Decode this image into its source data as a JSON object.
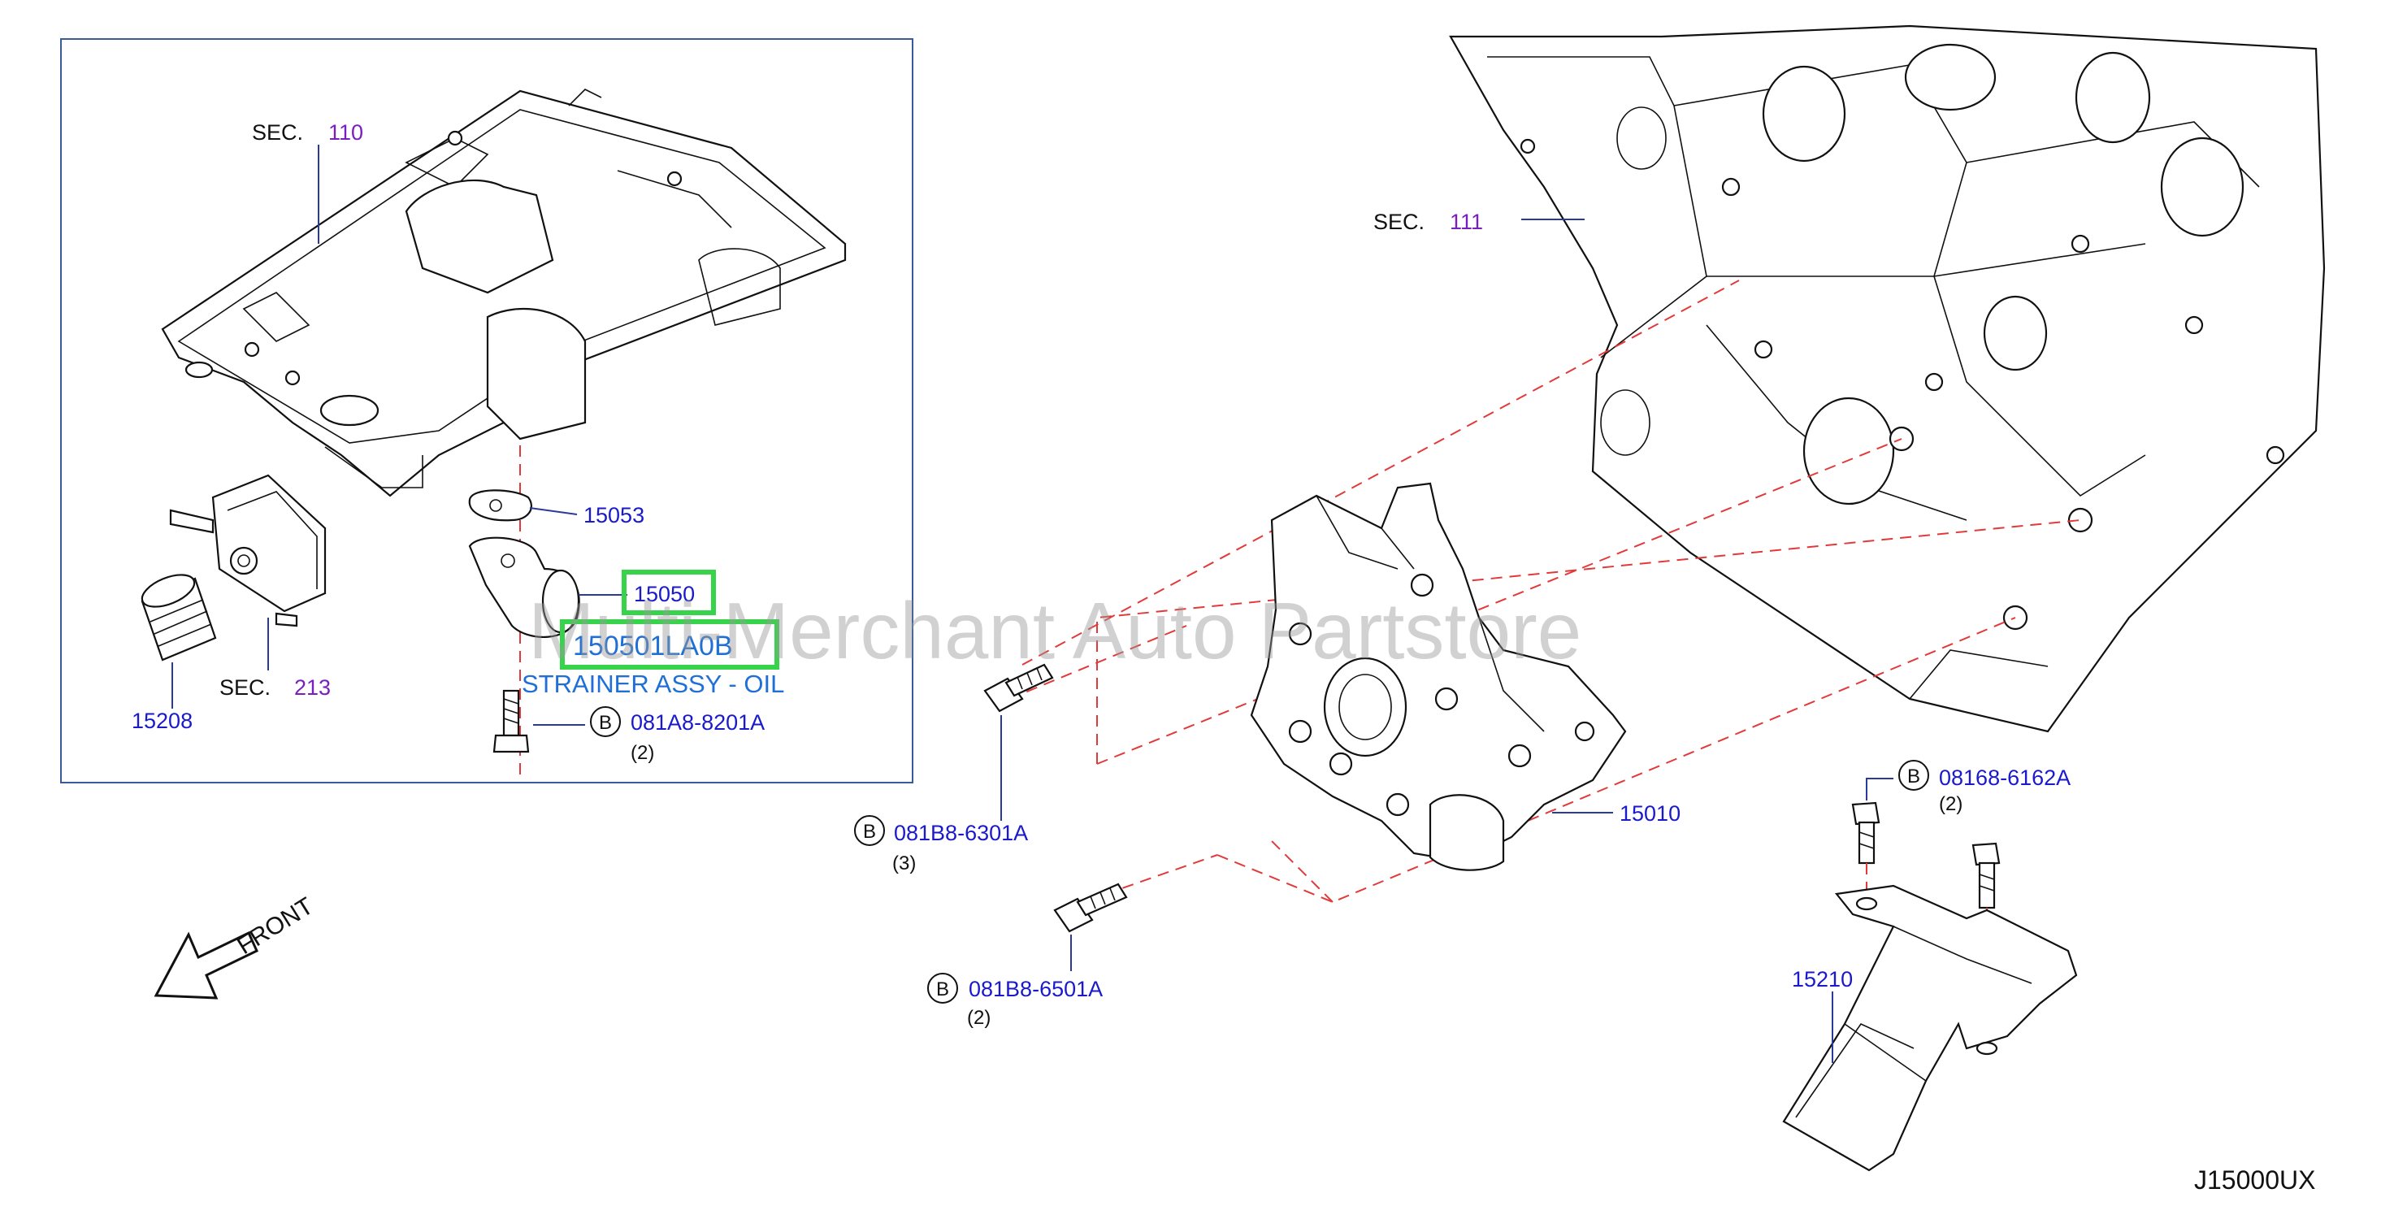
{
  "labels": {
    "sec110": {
      "prefix": "SEC.",
      "num": "110"
    },
    "sec111": {
      "prefix": "SEC.",
      "num": "111"
    },
    "sec213": {
      "prefix": "SEC.",
      "num": "213"
    },
    "p15053": "15053",
    "p15050": "15050",
    "p150501LA0B": "150501LA0B",
    "strainer_desc": "STRAINER ASSY - OIL",
    "p15208": "15208",
    "p15010": "15010",
    "p15210": "15210",
    "bolt_081A8": {
      "badge": "B",
      "code": "081A8-8201A",
      "qty": "(2)"
    },
    "bolt_081B8_6301": {
      "badge": "B",
      "code": "081B8-6301A",
      "qty": "(3)"
    },
    "bolt_081B8_6501": {
      "badge": "B",
      "code": "081B8-6501A",
      "qty": "(2)"
    },
    "bolt_08168": {
      "badge": "B",
      "code": "08168-6162A",
      "qty": "(2)"
    },
    "front": "FRONT",
    "diagram_id": "J15000UX",
    "watermark": "Multi-Merchant Auto Partstore"
  },
  "colors": {
    "part_number": "#1a1acc",
    "section_number": "#7a1fbf",
    "highlight": "#37d34a",
    "hint_blue": "#1f6fd6",
    "dashed_guides": "#e23a3a",
    "inset_border": "#3a5a9a"
  }
}
